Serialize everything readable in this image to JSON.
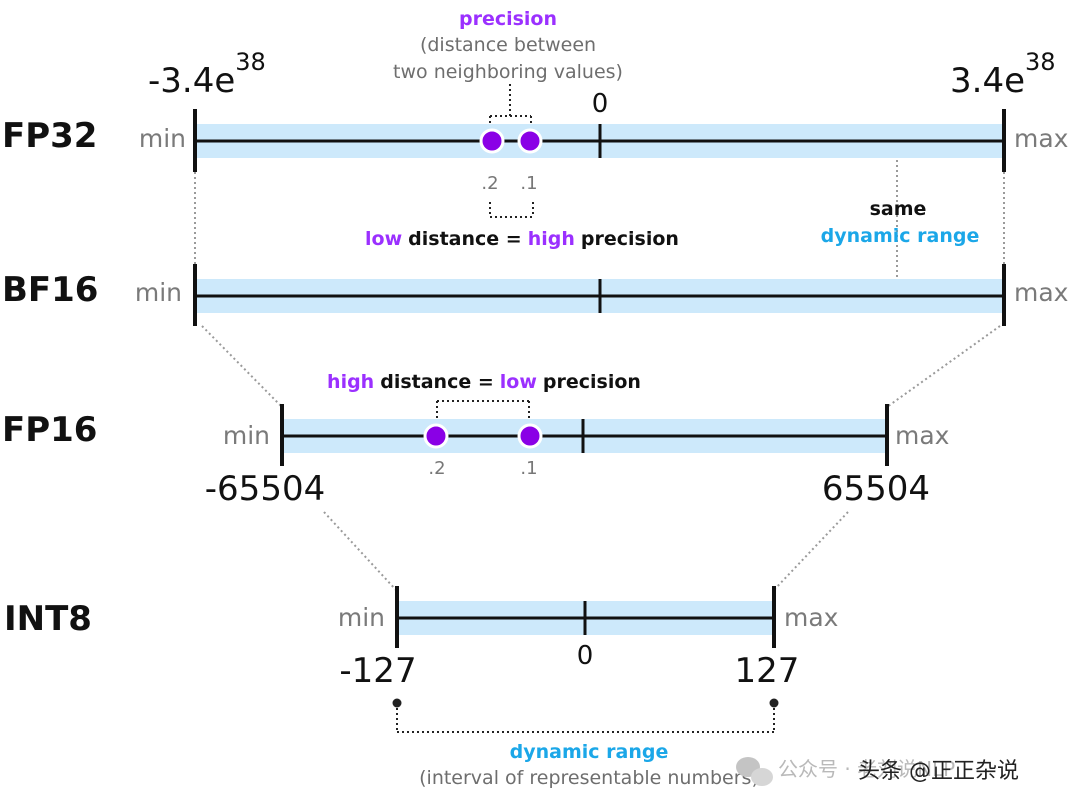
{
  "formats": [
    {
      "key": "fp32",
      "name": "FP32",
      "min_label": "min",
      "max_label": "max",
      "zero": "0"
    },
    {
      "key": "bf16",
      "name": "BF16",
      "min_label": "min",
      "max_label": "max"
    },
    {
      "key": "fp16",
      "name": "FP16",
      "min_label": "min",
      "max_label": "max"
    },
    {
      "key": "int8",
      "name": "INT8",
      "min_label": "min",
      "max_label": "max",
      "zero": "0"
    }
  ],
  "fp32_range": {
    "min": "-3.4e",
    "max": "3.4e",
    "exponent": "38"
  },
  "fp16_range": {
    "min": "-65504",
    "max": "65504"
  },
  "int8_range": {
    "min": "-127",
    "max": "127"
  },
  "precision_note": {
    "title": "precision",
    "line1": "(distance between",
    "line2": "two neighboring values)"
  },
  "point_labels": {
    "a": ".2",
    "b": ".1"
  },
  "low_precision_caption": {
    "w1": "low",
    "w2": "distance =",
    "w3": "high",
    "w4": "precision"
  },
  "high_distance_caption": {
    "w1": "high",
    "w2": "distance =",
    "w3": "low",
    "w4": "precision"
  },
  "same_range": {
    "line1": "same",
    "line2": "dynamic range"
  },
  "dynamic_range": {
    "title": "dynamic range",
    "subtitle": "(interval of representable numbers)"
  },
  "watermark": {
    "text": "公众号 · 老刘说NLP",
    "author": "头条 @正正杂说"
  },
  "colors": {
    "band": "#cde9fb",
    "purple": "#8a00e6",
    "accent_purple": "#9b30ff",
    "accent_blue": "#1ba7e8"
  }
}
